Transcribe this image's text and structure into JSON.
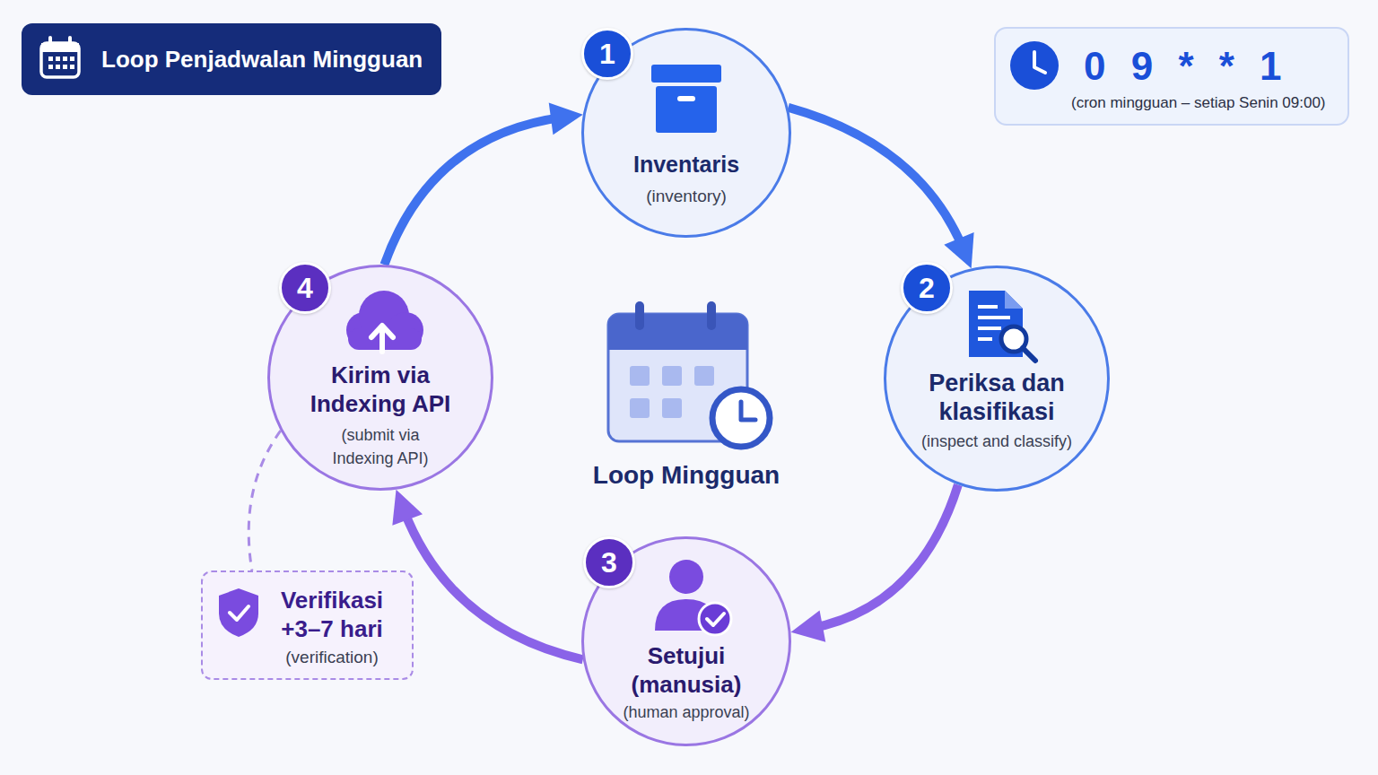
{
  "diagram": {
    "title": "Loop Penjadwalan Mingguan",
    "nodes": [
      {
        "text": [
          "Inventaris",
          "(inventory)"
        ]
      },
      {
        "text": [
          "Periksa dan klasifikasi",
          "(inspect and classify)"
        ]
      },
      {
        "text": [
          "Setujui (manusia)",
          "(human approval)"
        ]
      },
      {
        "text": [
          "Kirim via Indexing API",
          "(submit via Indexing API)"
        ]
      },
      {
        "text": [
          "Verifikasi +3–7 hari",
          "(verification)"
        ]
      },
      {
        "text": [
          "0 9 * * 1",
          "(cron mingguan – setiap Senin 09:00)"
        ]
      }
    ],
    "edges": [
      {
        "from": 0,
        "to": 1,
        "arrow": "to"
      },
      {
        "from": 1,
        "to": 2,
        "arrow": "to"
      },
      {
        "from": 2,
        "to": 3,
        "arrow": "to"
      },
      {
        "from": 3,
        "to": 0,
        "arrow": "to"
      },
      {
        "from": 3,
        "to": 4,
        "arrow": "none"
      }
    ],
    "labels": [
      "1",
      "2",
      "3",
      "4",
      "Loop Mingguan"
    ]
  }
}
